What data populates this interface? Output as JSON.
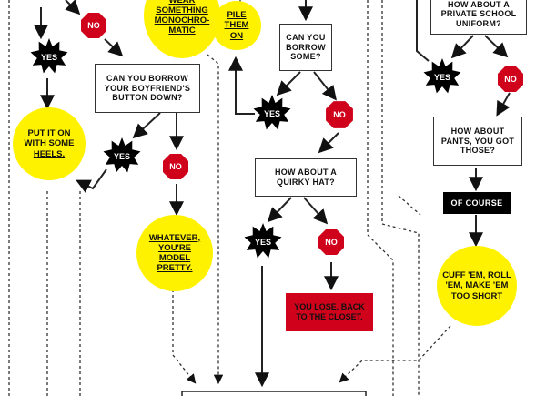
{
  "labels": {
    "yes": "YES",
    "no": "NO"
  },
  "nodes": {
    "wear_monochromatic": "WEAR SOMETHING MONOCHRO-MATIC",
    "pile_them_on": "PILE THEM ON",
    "can_you_borrow_some": "CAN YOU BORROW SOME?",
    "private_school_uniform": "HOW ABOUT A PRIVATE SCHOOL UNIFORM?",
    "borrow_boyfriend": "CAN YOU BORROW YOUR BOYFRIEND'S BUTTON DOWN?",
    "put_it_on_heels": "PUT IT ON WITH SOME HEELS.",
    "how_about_pants": "HOW ABOUT PANTS, YOU GOT THOSE?",
    "quirky_hat": "HOW ABOUT A QUIRKY HAT?",
    "of_course": "OF COURSE",
    "model_pretty": "WHATEVER, YOU'RE MODEL PRETTY.",
    "you_lose": "YOU LOSE. BACK TO THE CLOSET.",
    "cuff_roll": "CUFF 'EM, ROLL 'EM, MAKE 'EM TOO SHORT"
  },
  "colors": {
    "yellow": "#fff200",
    "red": "#d0021b",
    "black": "#000000",
    "line": "#222222"
  }
}
